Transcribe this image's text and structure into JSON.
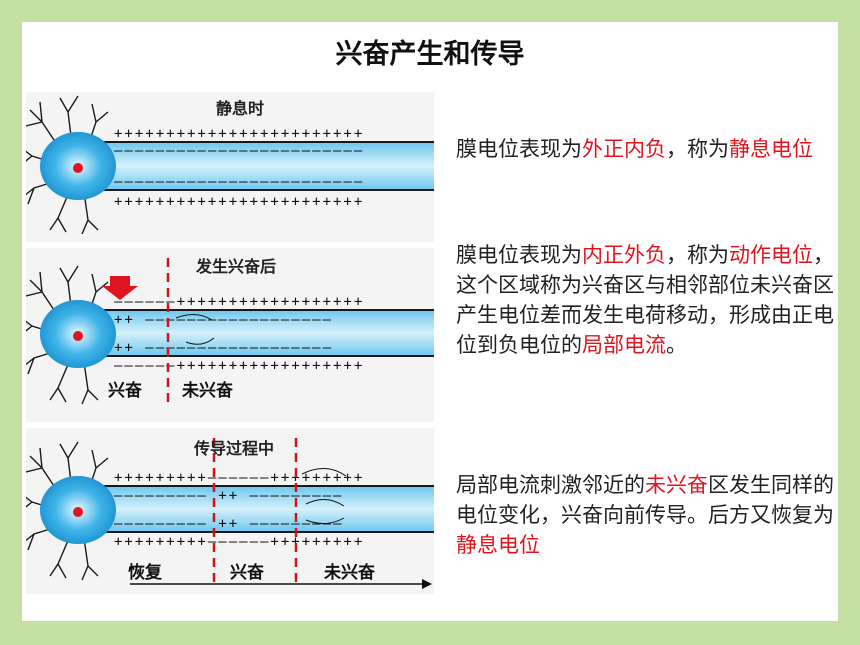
{
  "title": "兴奋产生和传导",
  "panels": [
    {
      "heading": "静息时"
    },
    {
      "heading": "发生兴奋后",
      "labels": [
        "兴奋",
        "未兴奋"
      ]
    },
    {
      "heading": "传导过程中",
      "labels": [
        "恢复",
        "兴奋",
        "未兴奋"
      ]
    }
  ],
  "paragraphs": [
    {
      "segments": [
        {
          "text": "膜电位表现为",
          "highlight": false
        },
        {
          "text": "外正内负",
          "highlight": true
        },
        {
          "text": "，称为",
          "highlight": false
        },
        {
          "text": "静息电位",
          "highlight": true
        }
      ]
    },
    {
      "segments": [
        {
          "text": "膜电位表现为",
          "highlight": false
        },
        {
          "text": "内正外负",
          "highlight": true
        },
        {
          "text": "，称为",
          "highlight": false
        },
        {
          "text": "动作电位",
          "highlight": true
        },
        {
          "text": "，这个区域称为兴奋区与相邻部位未兴奋区产生电位差而发生电荷移动，形成由正电位到负电位的",
          "highlight": false
        },
        {
          "text": "局部电流",
          "highlight": true
        },
        {
          "text": "。",
          "highlight": false
        }
      ]
    },
    {
      "segments": [
        {
          "text": "局部电流刺激邻近的",
          "highlight": false
        },
        {
          "text": "未兴奋",
          "highlight": true
        },
        {
          "text": "区发生同样的电位变化，兴奋向前传导。后方又恢复为",
          "highlight": false
        },
        {
          "text": "静息电位",
          "highlight": true
        }
      ]
    }
  ],
  "colors": {
    "background": "#c6e0a4",
    "highlight": "#e0141e",
    "neuron": "#29a8e0",
    "axon": "#a9dcf2"
  }
}
